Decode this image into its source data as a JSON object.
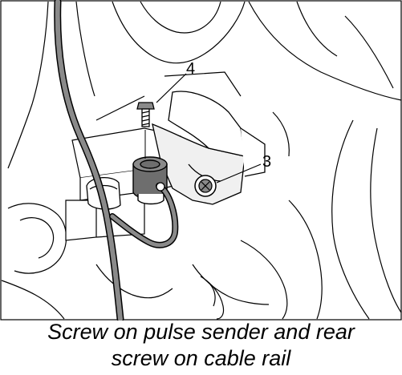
{
  "callouts": {
    "part_4": "4",
    "part_3": "3"
  },
  "caption": {
    "line1": "Screw on pulse sender and rear",
    "line2": "screw on cable rail"
  },
  "colors": {
    "ink": "#000000",
    "paper": "#ffffff",
    "cable_fill": "#8a8a8a",
    "sensor_fill": "#6e6e6e",
    "plate_fill": "#f0f0f0"
  }
}
